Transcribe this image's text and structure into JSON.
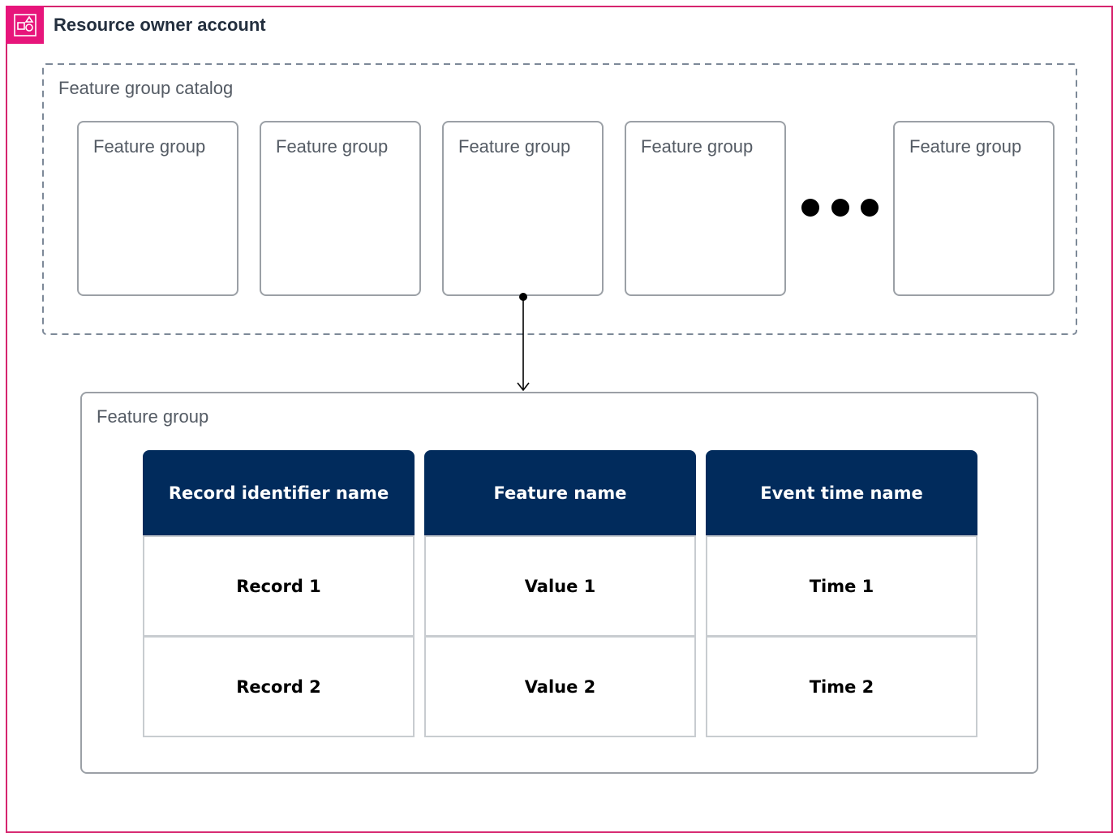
{
  "account": {
    "title": "Resource owner account",
    "icon": "resource-account-icon",
    "border_color": "#d6246e",
    "icon_color": "#e7157b"
  },
  "catalog": {
    "title": "Feature group catalog",
    "cards": [
      {
        "label": "Feature group"
      },
      {
        "label": "Feature group"
      },
      {
        "label": "Feature group"
      },
      {
        "label": "Feature group"
      },
      {
        "label": "Feature group"
      }
    ],
    "ellipsis": "more-icon"
  },
  "detail": {
    "title": "Feature group",
    "header_color": "#012b5c",
    "columns": [
      {
        "header": "Record identifier name",
        "rows": [
          "Record 1",
          "Record 2"
        ]
      },
      {
        "header": "Feature name",
        "rows": [
          "Value 1",
          "Value 2"
        ]
      },
      {
        "header": "Event time name",
        "rows": [
          "Time 1",
          "Time 2"
        ]
      }
    ]
  }
}
